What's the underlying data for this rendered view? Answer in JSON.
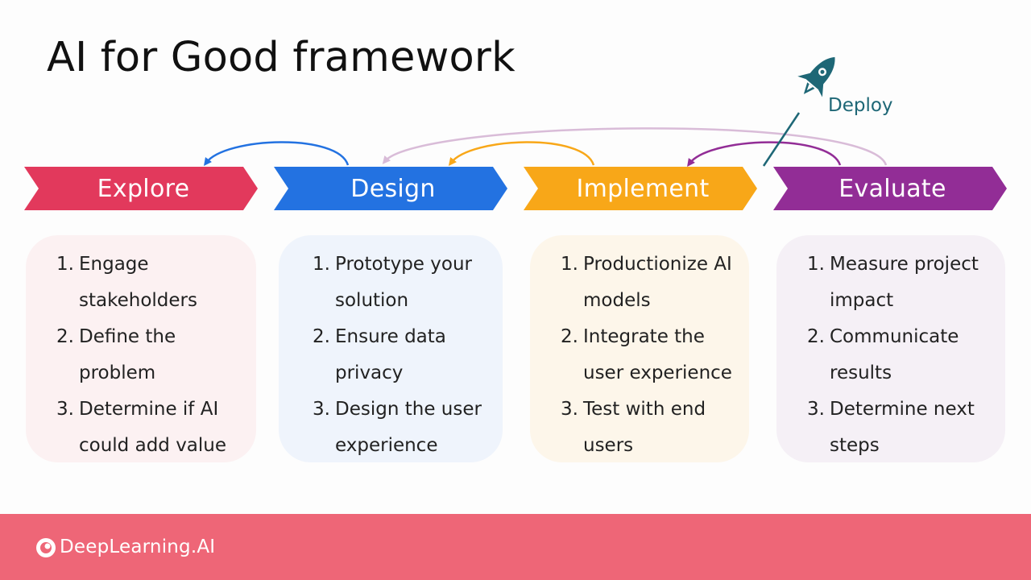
{
  "title": "AI for Good framework",
  "deploy_label": "Deploy",
  "stages": [
    {
      "name": "Explore",
      "color": "#e2395c",
      "card_bg": "#fcf1f2",
      "items": [
        "Engage stakeholders",
        "Define the problem",
        "Determine if AI could add value"
      ]
    },
    {
      "name": "Design",
      "color": "#2372e1",
      "card_bg": "#eff4fc",
      "items": [
        "Prototype your solution",
        "Ensure data privacy",
        "Design the user experience"
      ]
    },
    {
      "name": "Implement",
      "color": "#f8a718",
      "card_bg": "#fdf6ea",
      "items": [
        "Productionize AI models",
        "Integrate the user experience",
        "Test with end users"
      ]
    },
    {
      "name": "Evaluate",
      "color": "#922d96",
      "card_bg": "#f5f0f6",
      "items": [
        "Measure project impact",
        "Communicate results",
        "Determine next steps"
      ]
    }
  ],
  "icons": {
    "rocket": "rocket-icon",
    "logo": "deeplearning-logo-icon"
  },
  "colors": {
    "footer": "#ee6677",
    "deploy": "#1e6776",
    "long_arrow": "#d9bcd8"
  },
  "footer": {
    "logo_text": "DeepLearning.AI"
  }
}
